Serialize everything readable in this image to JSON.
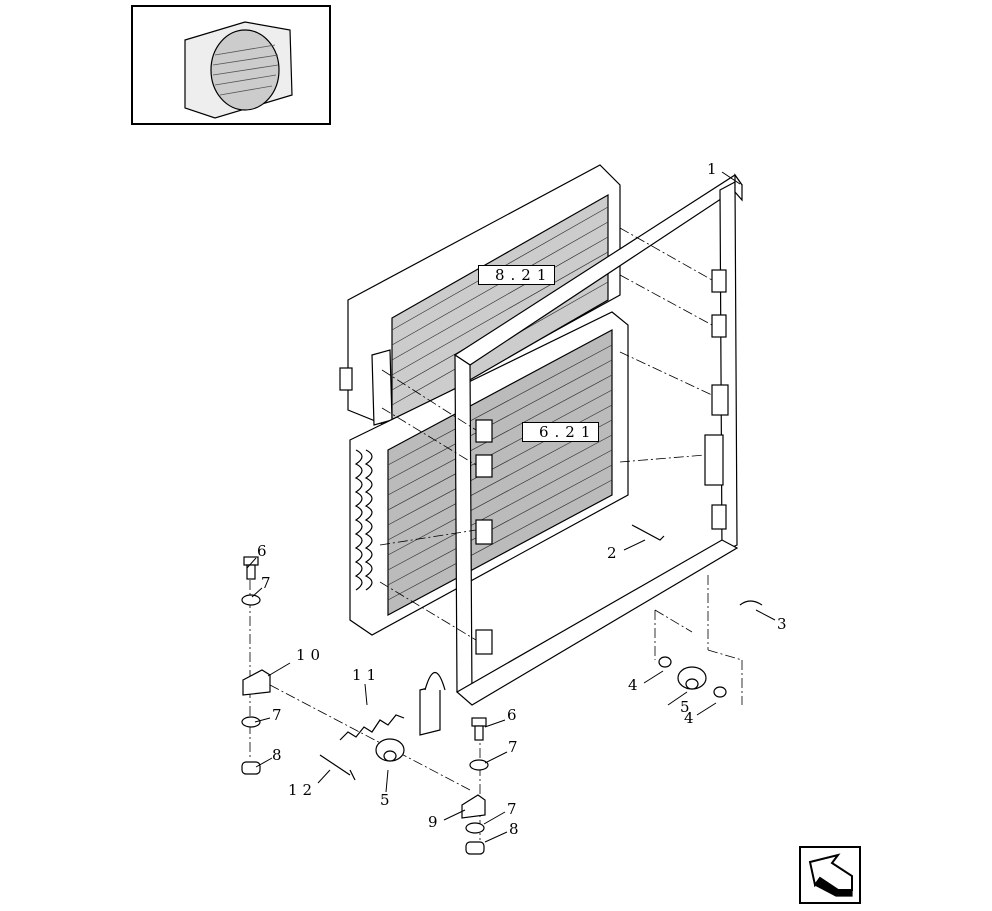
{
  "title": "Condenser / radiator mounting frame exploded parts diagram",
  "references": [
    {
      "id": "ref-upper",
      "text": "8.21"
    },
    {
      "id": "ref-lower",
      "text": "6.21"
    }
  ],
  "callouts": [
    "1",
    "2",
    "3",
    "4",
    "5",
    "4",
    "6",
    "7",
    "10",
    "11",
    "7",
    "8",
    "12",
    "5",
    "6",
    "7",
    "9",
    "7",
    "8"
  ],
  "nav_icon": "previous-page-arrow-icon"
}
